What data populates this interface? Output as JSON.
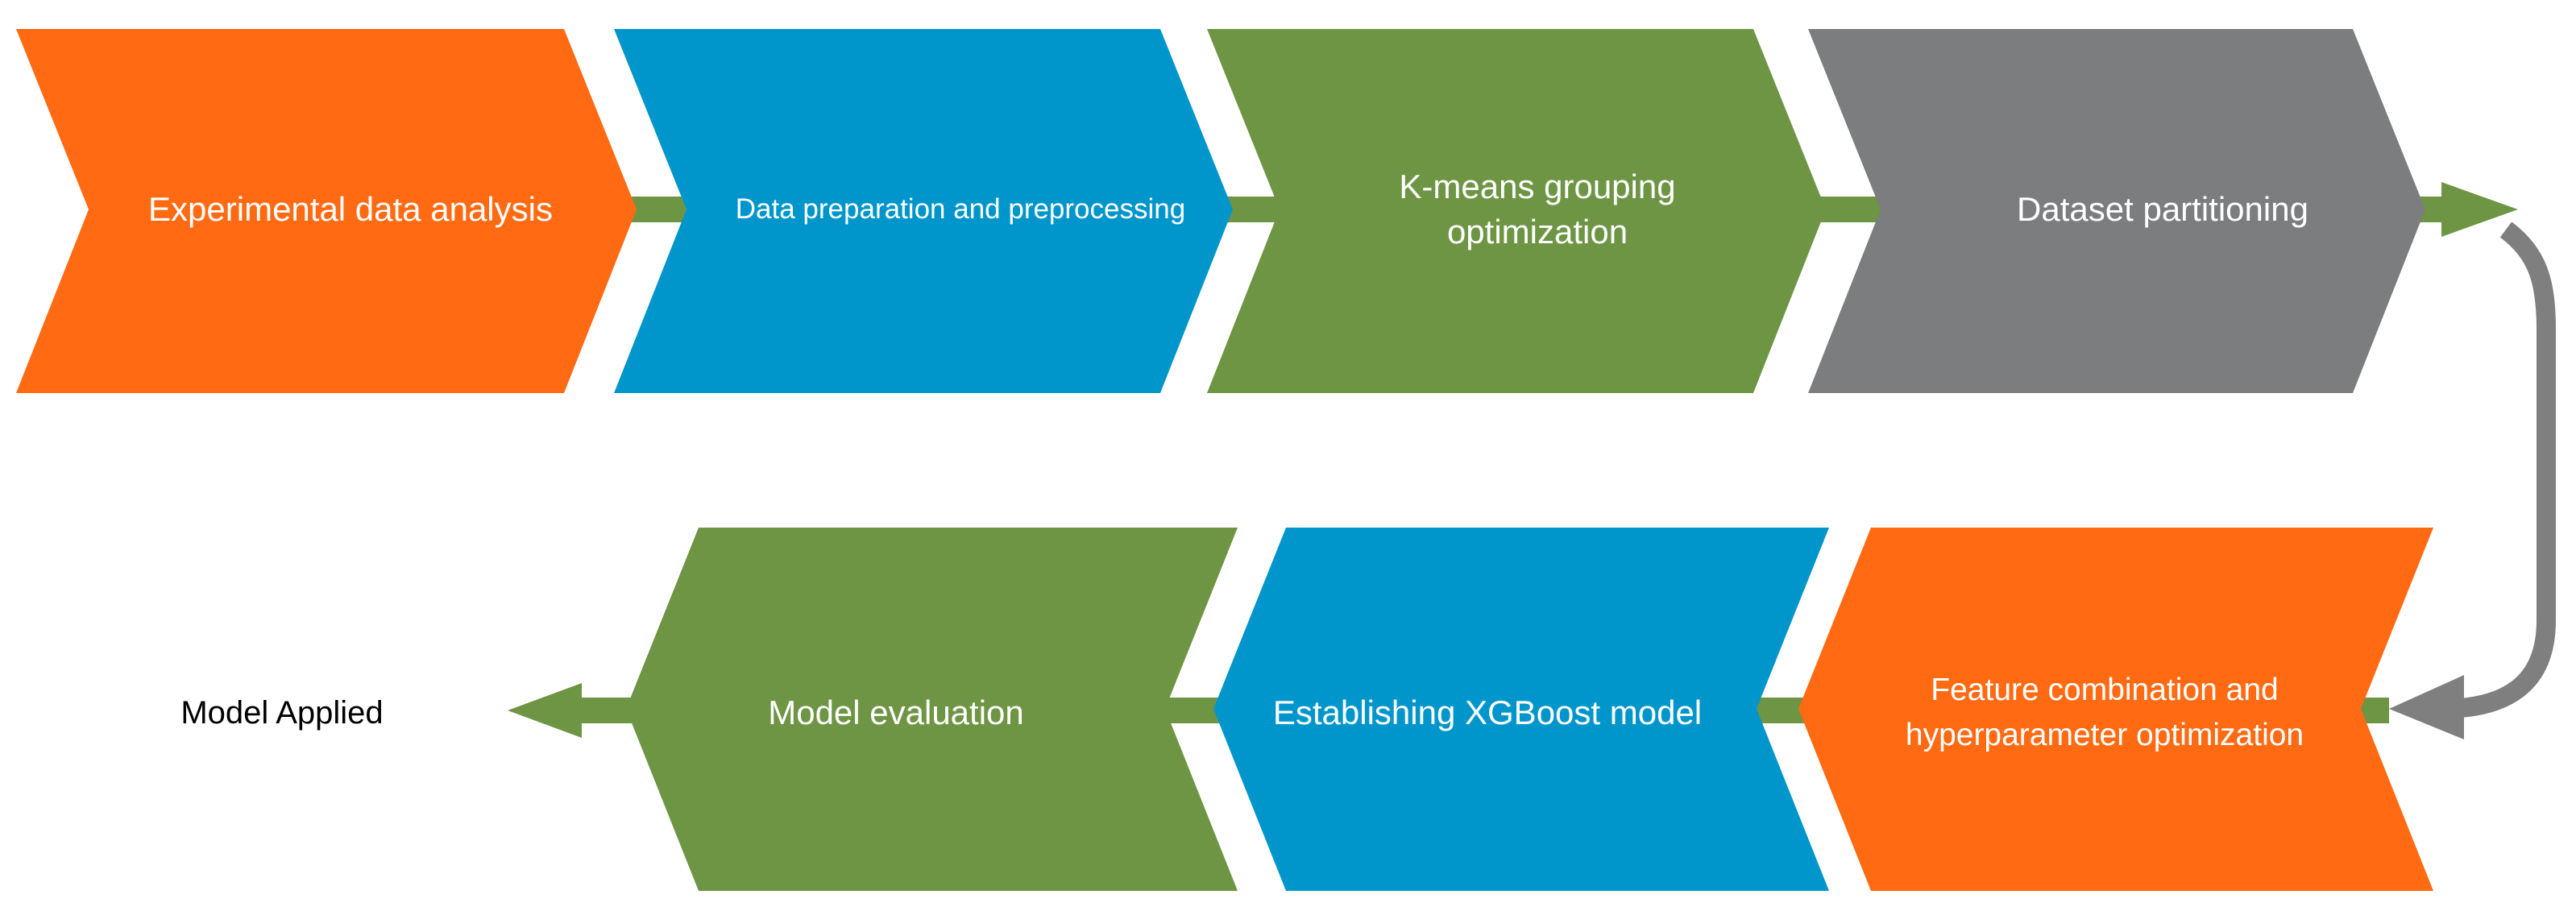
{
  "colors": {
    "orange": "#FF6A13",
    "blue": "#0096CC",
    "green": "#6E9544",
    "gray": "#7B7D7F",
    "connector_gray": "#7F7F7F",
    "text_light": "#FFFFFF",
    "text_dark": "#000000"
  },
  "steps": [
    {
      "id": "experimental-data-analysis",
      "label": "Experimental data analysis",
      "color": "orange"
    },
    {
      "id": "data-preparation",
      "label": "Data preparation and preprocessing",
      "color": "blue"
    },
    {
      "id": "kmeans-grouping",
      "label": "K-means grouping\noptimization",
      "color": "green"
    },
    {
      "id": "dataset-partitioning",
      "label": "Dataset partitioning",
      "color": "gray"
    },
    {
      "id": "feature-hyperparameter",
      "label": "Feature combination and\nhyperparameter optimization",
      "color": "orange"
    },
    {
      "id": "establishing-xgboost",
      "label": "Establishing XGBoost  model",
      "color": "blue"
    },
    {
      "id": "model-evaluation",
      "label": "Model evaluation",
      "color": "green"
    }
  ],
  "final": {
    "label": "Model Applied"
  }
}
